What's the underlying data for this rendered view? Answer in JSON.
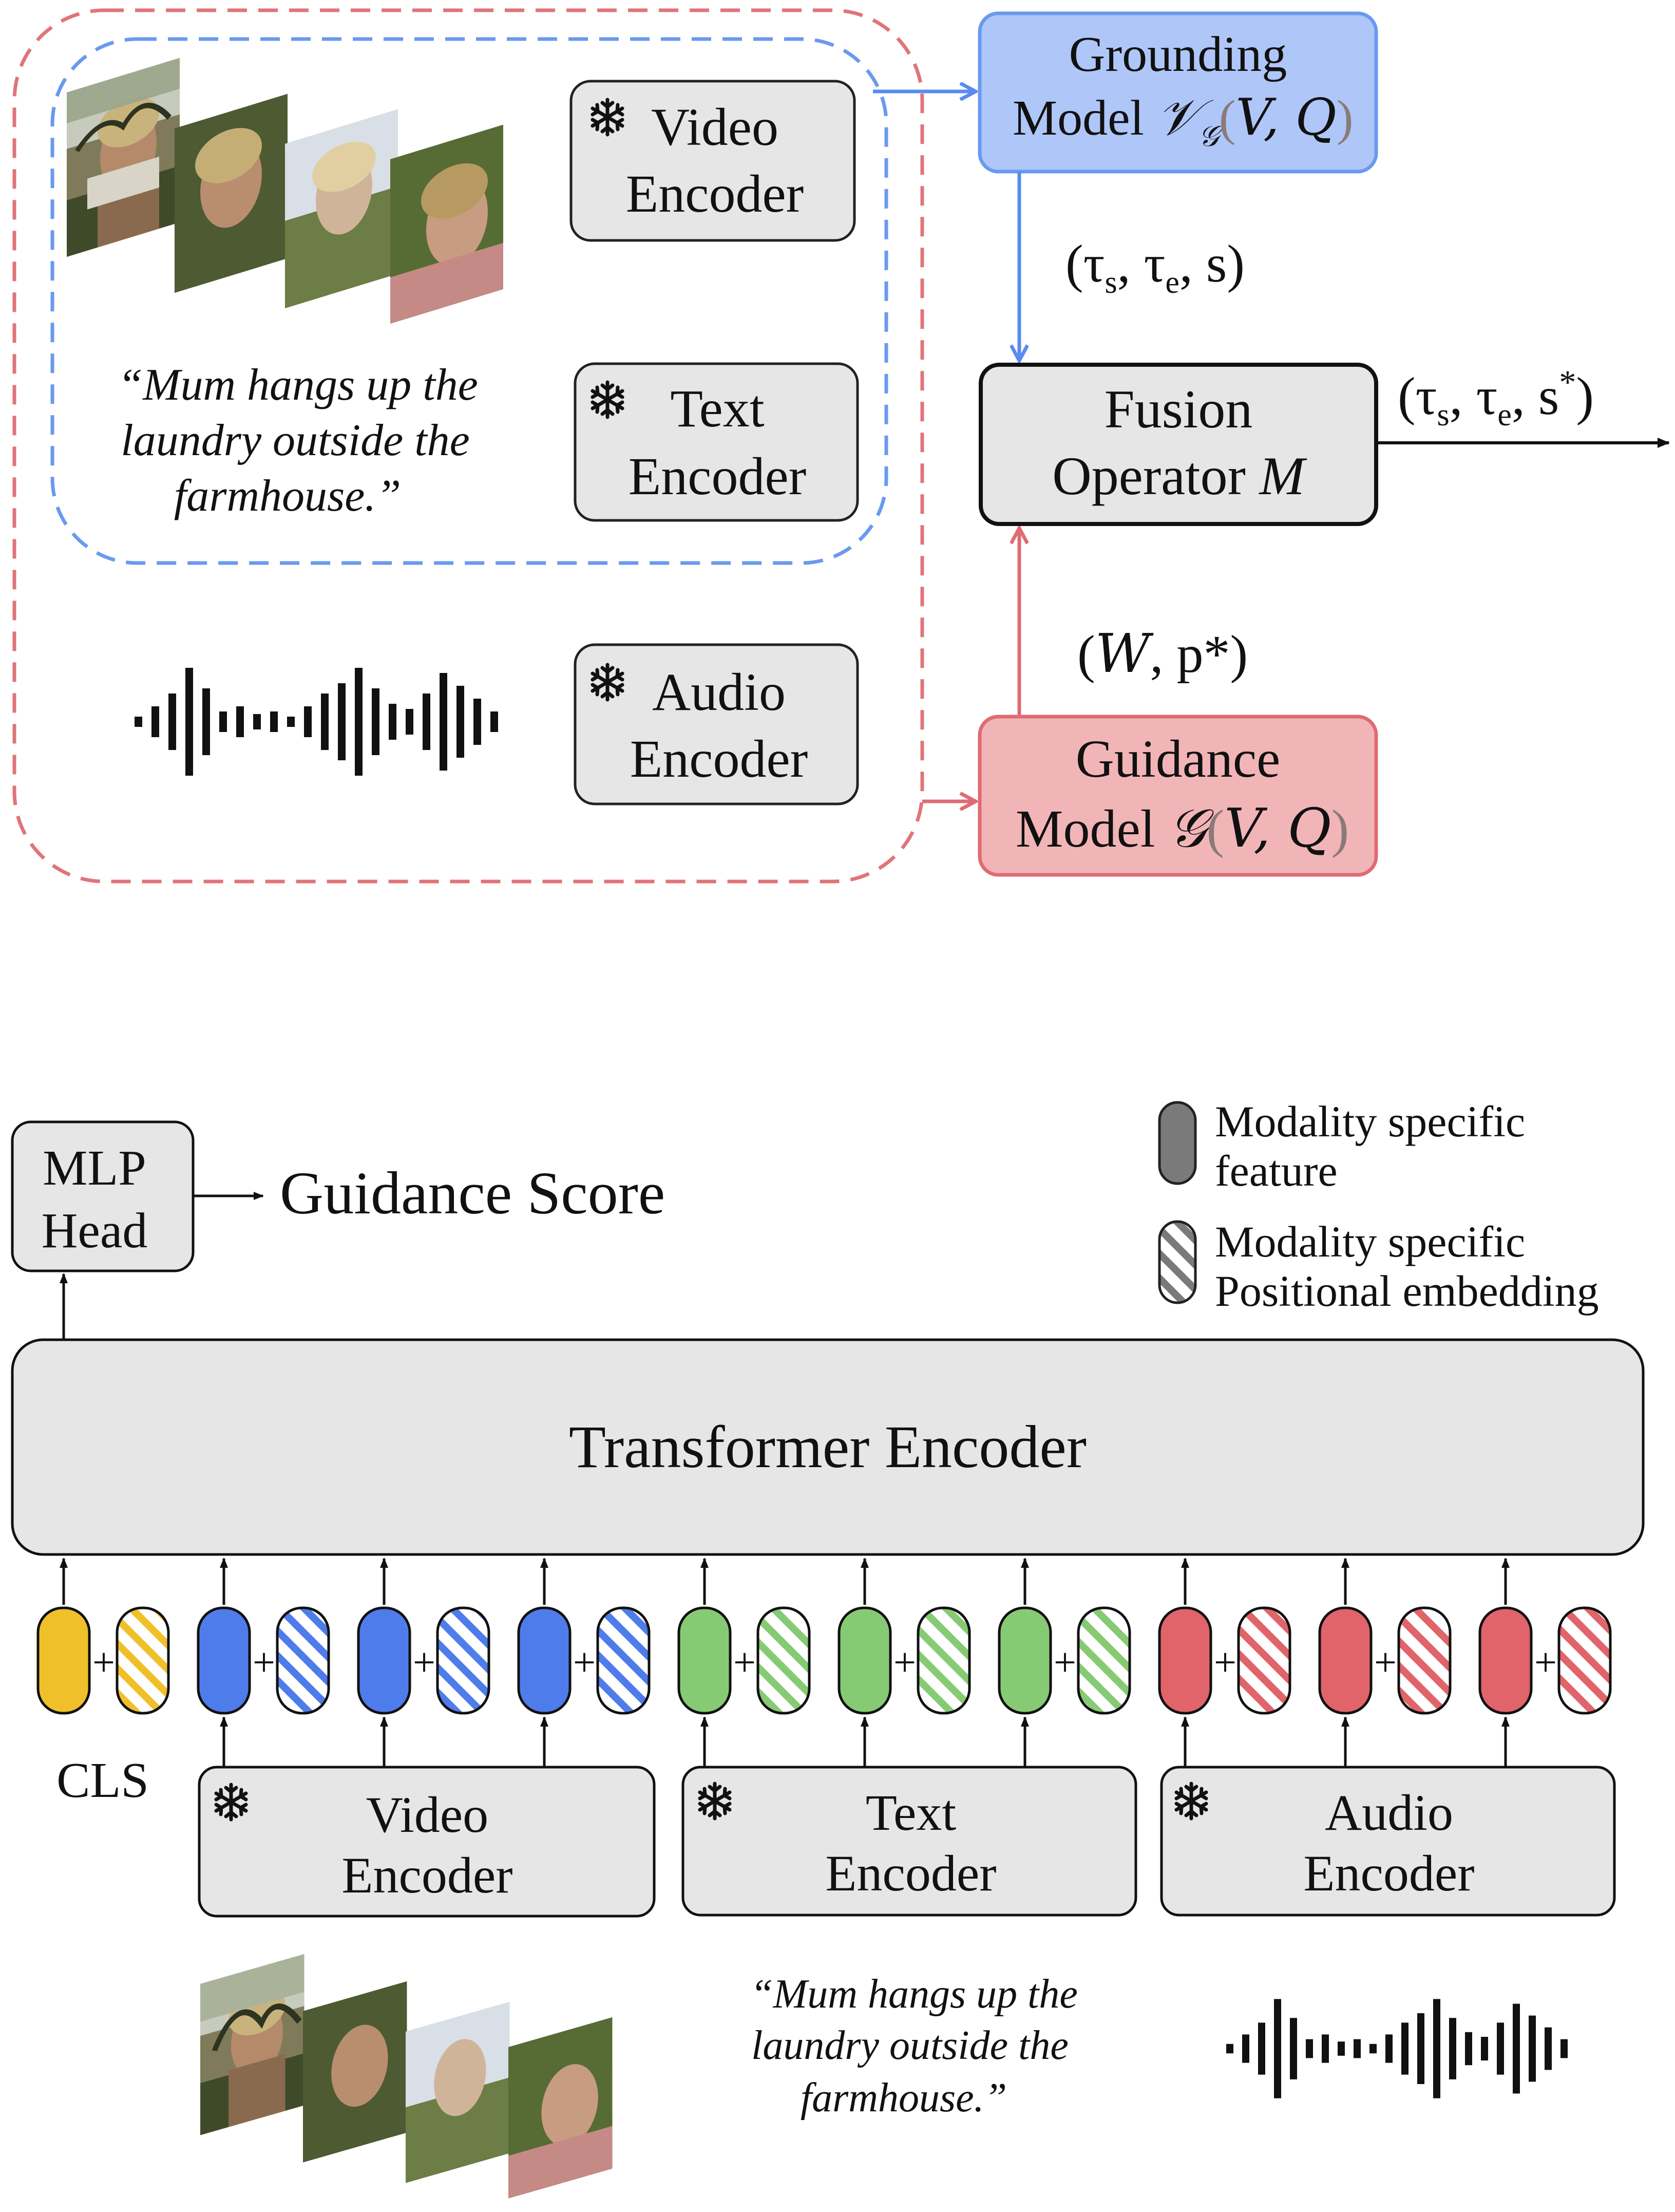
{
  "top": {
    "video_encoder": {
      "line1": "Video",
      "line2": "Encoder"
    },
    "text_encoder": {
      "line1": "Text",
      "line2": "Encoder"
    },
    "audio_encoder": {
      "line1": "Audio",
      "line2": "Encoder"
    },
    "query": {
      "line1": "“Mum hangs up the",
      "line2": "laundry outside the",
      "line3": "farmhouse.”"
    },
    "grounding_model": {
      "line1": "Grounding",
      "line2_prefix": "Model ",
      "symbol": "𝒱",
      "subscript": "𝒢",
      "open": "(",
      "args": "V, Q",
      "close": ")"
    },
    "guidance_model": {
      "line1": "Guidance",
      "line2_prefix": "Model ",
      "symbol": "𝒢",
      "open": "(",
      "args": "V, Q",
      "close": ")"
    },
    "fusion_operator": {
      "line1": "Fusion",
      "line2_prefix": "Operator ",
      "symbol": "M"
    },
    "grounding_output": {
      "open": "(τ",
      "s1": "s",
      "mid": ", τ",
      "s2": "e",
      "end": ", s)"
    },
    "fusion_output": {
      "open": "(τ",
      "s1": "s",
      "mid": ", τ",
      "s2": "e",
      "end": ", s",
      "sup": "*",
      "close": ")"
    },
    "guidance_output": {
      "open": "(",
      "sym": "W",
      "rest": ", p*)"
    }
  },
  "bottom": {
    "mlp_head": {
      "line1": "MLP",
      "line2": "Head"
    },
    "guidance_score": "Guidance Score",
    "transformer": "Transformer Encoder",
    "cls": "CLS",
    "plus": "+",
    "legend": [
      {
        "line1": "Modality specific",
        "line2": "feature"
      },
      {
        "line1": "Modality specific",
        "line2": "Positional embedding"
      }
    ],
    "video_encoder": {
      "line1": "Video",
      "line2": "Encoder"
    },
    "text_encoder": {
      "line1": "Text",
      "line2": "Encoder"
    },
    "audio_encoder": {
      "line1": "Audio",
      "line2": "Encoder"
    },
    "query": {
      "line1": "“Mum hangs up the",
      "line2": "laundry outside the",
      "line3": "farmhouse.”"
    }
  },
  "icons": {
    "frozen": "snowflake-icon",
    "waveform": "audio-waveform-icon",
    "frames": "video-frames-image"
  },
  "colors": {
    "cls": "#F0C02A",
    "video": "#4F7CEB",
    "text": "#86CB74",
    "audio": "#E0646A",
    "grounding_fill": "#AFC6F8",
    "grounding_stroke": "#6A9AEF",
    "guidance_fill": "#F2B5B7",
    "guidance_stroke": "#DE6C72",
    "box_fill": "#E6E6E6",
    "legend_feature": "#7A7A7A",
    "dash_blue": "#6A9AEF",
    "dash_red": "#E0747A"
  }
}
